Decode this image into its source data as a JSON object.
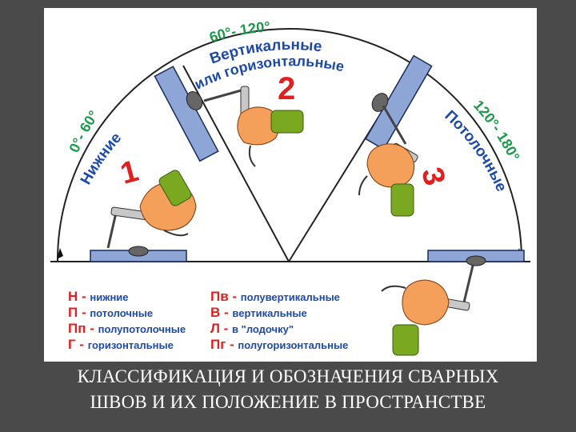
{
  "diagram": {
    "angle_mid": "60°- 120°",
    "vertical_line1": "Вертикальные",
    "vertical_line2": "или горизонтальные",
    "bottom_range": "0°- 60°",
    "bottom_label": "Нижние",
    "ceiling_label": "Потолочные",
    "ceiling_range": "120°- 180°",
    "num1": "1",
    "num2": "2",
    "num3": "3"
  },
  "legend": {
    "left": [
      {
        "code": "Н",
        "text": "нижние"
      },
      {
        "code": "П",
        "text": "потолочные"
      },
      {
        "code": "Пп",
        "text": "полупотолочные"
      },
      {
        "code": "Г",
        "text": "горизонтальные"
      }
    ],
    "right": [
      {
        "code": "Пв",
        "text": "полувертикальные"
      },
      {
        "code": "В",
        "text": "вертикальные"
      },
      {
        "code": "Л",
        "text": "в \"лодочку\""
      },
      {
        "code": "Пг",
        "text": "полугоризонтальные"
      }
    ]
  },
  "caption": {
    "line1": "КЛАССИФИКАЦИЯ И ОБОЗНАЧЕНИЯ СВАРНЫХ",
    "line2": "ШВОВ И ИХ ПОЛОЖЕНИЕ В ПРОСТРАНСТВЕ"
  },
  "colors": {
    "plate": "#8ea6d6",
    "plate_edge": "#1a2a5a",
    "accent_red": "#e0201e",
    "green_label": "#1a9a4a",
    "blue_text": "#1d4aa8",
    "skin": "#f4a05a",
    "sleeve": "#7aa820"
  }
}
